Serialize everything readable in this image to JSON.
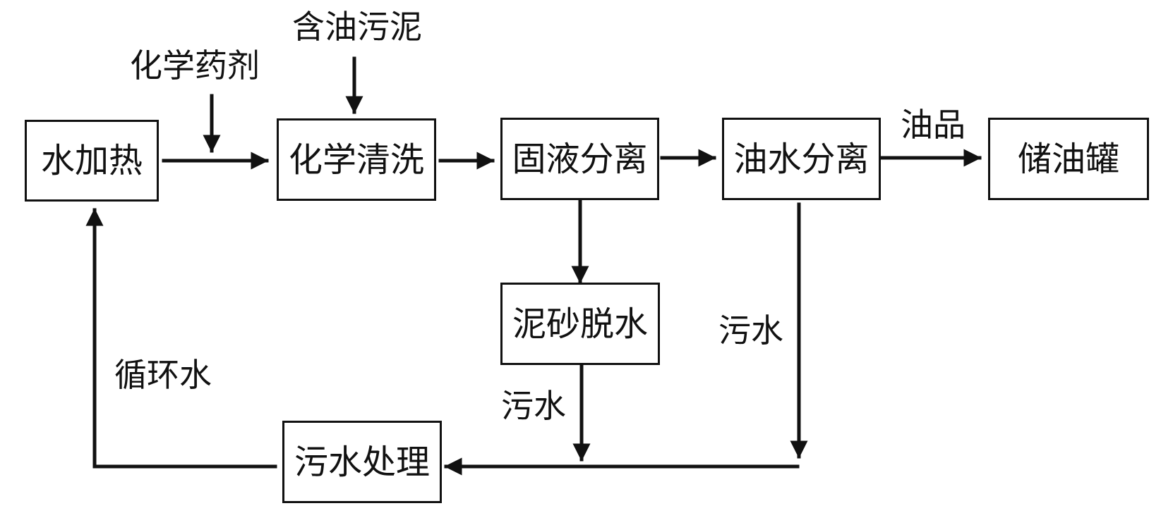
{
  "colors": {
    "stroke": "#111111",
    "background": "#ffffff",
    "text": "#111111"
  },
  "nodes": {
    "water_heating": "水加热",
    "chemical_cleaning": "化学清洗",
    "solid_liquid_separation": "固液分离",
    "oil_water_separation": "油水分离",
    "oil_storage_tank": "储油罐",
    "sand_dewatering": "泥砂脱水",
    "wastewater_treatment": "污水处理"
  },
  "labels": {
    "chemical_agents": "化学药剂",
    "oily_sludge": "含油污泥",
    "oil_product": "油品",
    "wastewater_right": "污水",
    "wastewater_middle": "污水",
    "circulating_water": "循环水"
  }
}
